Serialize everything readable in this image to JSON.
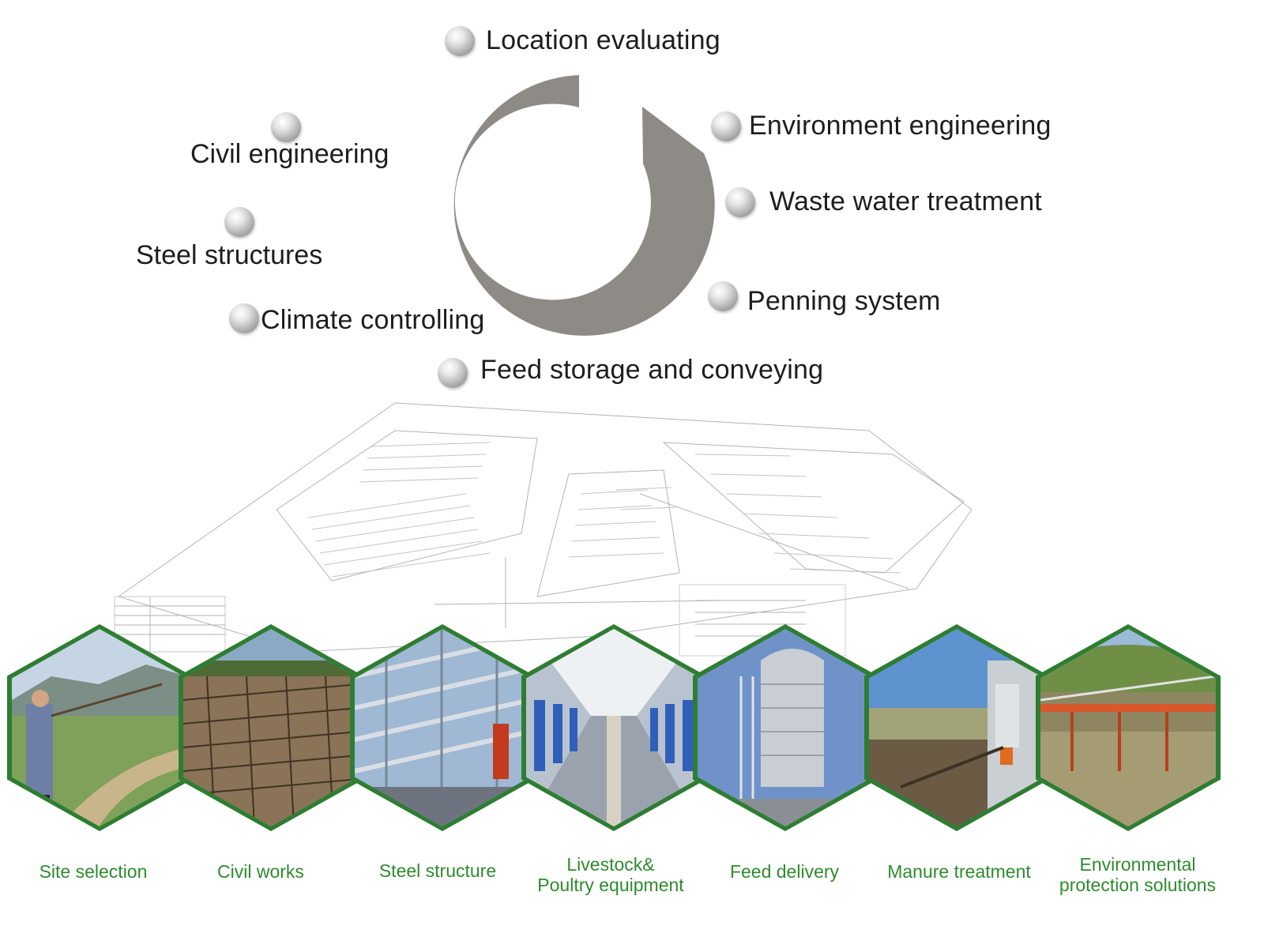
{
  "cycle": {
    "location": "Location evaluating",
    "environment": "Environment engineering",
    "wastewater": "Waste water treatment",
    "penning": "Penning system",
    "feed": "Feed storage and conveying",
    "climate": "Climate controlling",
    "steel": "Steel structures",
    "civil": "Civil engineering"
  },
  "services": [
    {
      "line1": "Site selection",
      "line2": ""
    },
    {
      "line1": "Civil works",
      "line2": ""
    },
    {
      "line1": "Steel structure",
      "line2": ""
    },
    {
      "line1": "Livestock&",
      "line2": "Poultry equipment"
    },
    {
      "line1": "Feed delivery",
      "line2": ""
    },
    {
      "line1": "Manure treatment",
      "line2": ""
    },
    {
      "line1": "Environmental",
      "line2": "protection solutions"
    }
  ],
  "colors": {
    "arrow": "#8e8b86",
    "hex_border": "#2e7d32",
    "caption": "#2e8b2e"
  }
}
